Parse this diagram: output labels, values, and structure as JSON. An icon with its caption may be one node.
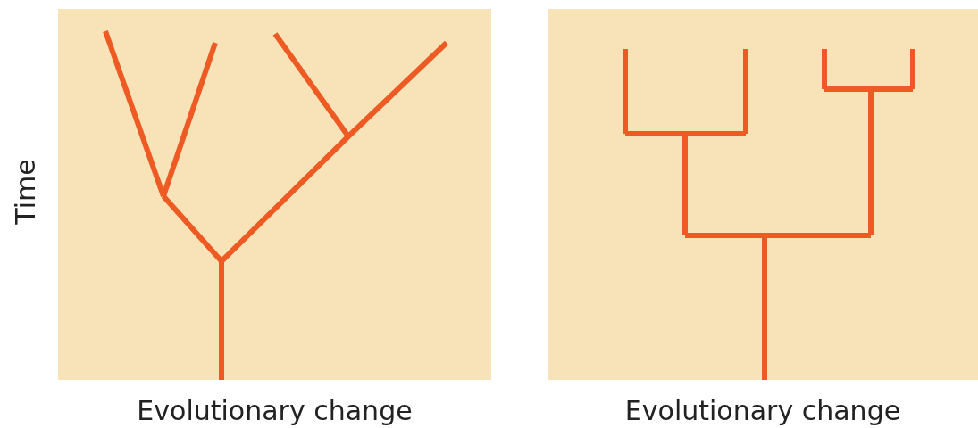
{
  "diagram": {
    "labels": [
      "Time",
      "Evolutionary change",
      "Evolutionary change"
    ]
  }
}
